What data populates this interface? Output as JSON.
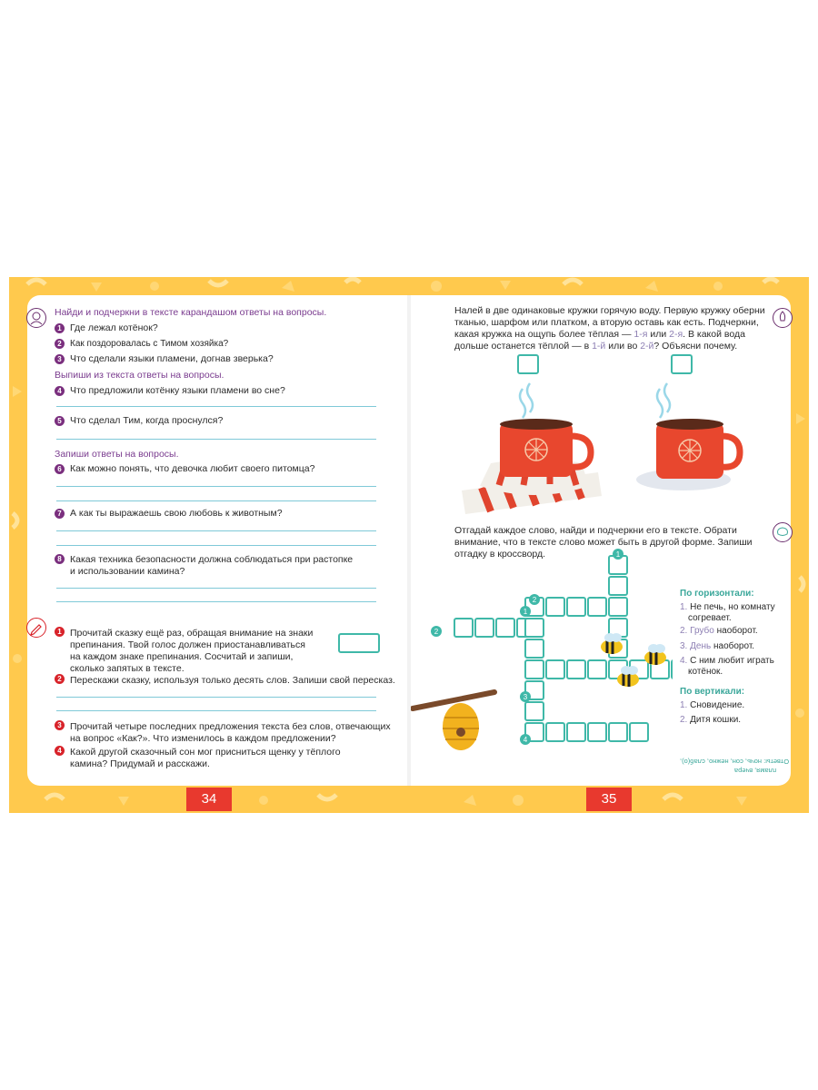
{
  "left_page": {
    "instruction_1": "Найди и подчеркни в тексте карандашом ответы на вопросы.",
    "questions_1": [
      {
        "num": "1",
        "text": "Где лежал котёнок?"
      },
      {
        "num": "2",
        "text": "Как поздоровалась с Тимом хозяйка?"
      },
      {
        "num": "3",
        "text": "Что сделали языки пламени, догнав зверька?"
      }
    ],
    "instruction_2": "Выпиши из текста ответы на вопросы.",
    "questions_2": [
      {
        "num": "4",
        "text": "Что предложили котёнку языки пламени во сне?"
      },
      {
        "num": "5",
        "text": "Что сделал Тим, когда проснулся?"
      }
    ],
    "instruction_3": "Запиши ответы на вопросы.",
    "questions_3": [
      {
        "num": "6",
        "text": "Как можно понять, что девочка любит своего питомца?"
      },
      {
        "num": "7",
        "text": "А как ты выражаешь свою любовь к животным?"
      },
      {
        "num": "8",
        "line1": "Какая техника безопасности должна соблюдаться при растопке",
        "line2": "и использовании камина?"
      }
    ],
    "tasks": [
      {
        "num": "1",
        "line1": "Прочитай сказку ещё раз, обращая внимание на знаки",
        "line2": "препинания. Твой голос должен приостанавливаться",
        "line3": "на каждом знаке препинания. Сосчитай и запиши,",
        "line4": "сколько запятых в тексте."
      },
      {
        "num": "2",
        "line1": "Перескажи сказку, используя только десять слов. Запиши свой пересказ."
      },
      {
        "num": "3",
        "line1": "Прочитай четыре последних предложения текста без слов, отвечающих",
        "line2": "на вопрос «Как?». Что изменилось в каждом предложении?"
      },
      {
        "num": "4",
        "line1": "Какой другой сказочный сон мог присниться щенку у тёплого",
        "line2": "камина? Придумай и расскажи."
      }
    ],
    "page_number": "34"
  },
  "right_page": {
    "experiment": {
      "line1": "Налей в две одинаковые кружки горячую воду. Первую кружку оберни",
      "line2": "тканью, шарфом или платком, а вторую оставь как есть. Подчеркни,",
      "line3_a": "какая кружка на ощупь более тёплая —",
      "line3_h1": "1-я",
      "line3_b": "или",
      "line3_h2": "2-я",
      "line3_c": ". В какой вода",
      "line4_a": "дольше останется тёплой — в",
      "line4_h1": "1-й",
      "line4_b": "или во",
      "line4_h2": "2-й",
      "line4_c": "? Объясни почему."
    },
    "riddle": {
      "line1": "Отгадай каждое слово, найди и подчеркни его в тексте. Обрати",
      "line2": "внимание, что в тексте слово может быть в другой форме. Запиши",
      "line3": "отгадку в кроссворд."
    },
    "crossword": {
      "across_title": "По горизонтали:",
      "across": [
        {
          "n": "1.",
          "text": "Не печь, но комнату",
          "text2": "согревает."
        },
        {
          "n": "2.",
          "hl": "Грубо",
          "text": "наоборот."
        },
        {
          "n": "3.",
          "hl": "День",
          "text": "наоборот."
        },
        {
          "n": "4.",
          "text": "С ним любит играть",
          "text2": "котёнок."
        }
      ],
      "down_title": "По вертикали:",
      "down": [
        {
          "n": "1.",
          "text": "Сновидение."
        },
        {
          "n": "2.",
          "text": "Дитя кошки."
        }
      ],
      "clue_numbers": [
        "1",
        "2",
        "1",
        "2",
        "3",
        "4"
      ]
    },
    "answers_line1": "Ответы: ночь, сон, нежно, слаб(о),",
    "answers_line2": "пламя, вчера",
    "page_number": "35"
  },
  "colors": {
    "background": "#ffc94d",
    "accent_purple": "#7a3c8f",
    "accent_red": "#d8232a",
    "accent_teal": "#3fb8a8",
    "page_number_bg": "#e8392e"
  }
}
